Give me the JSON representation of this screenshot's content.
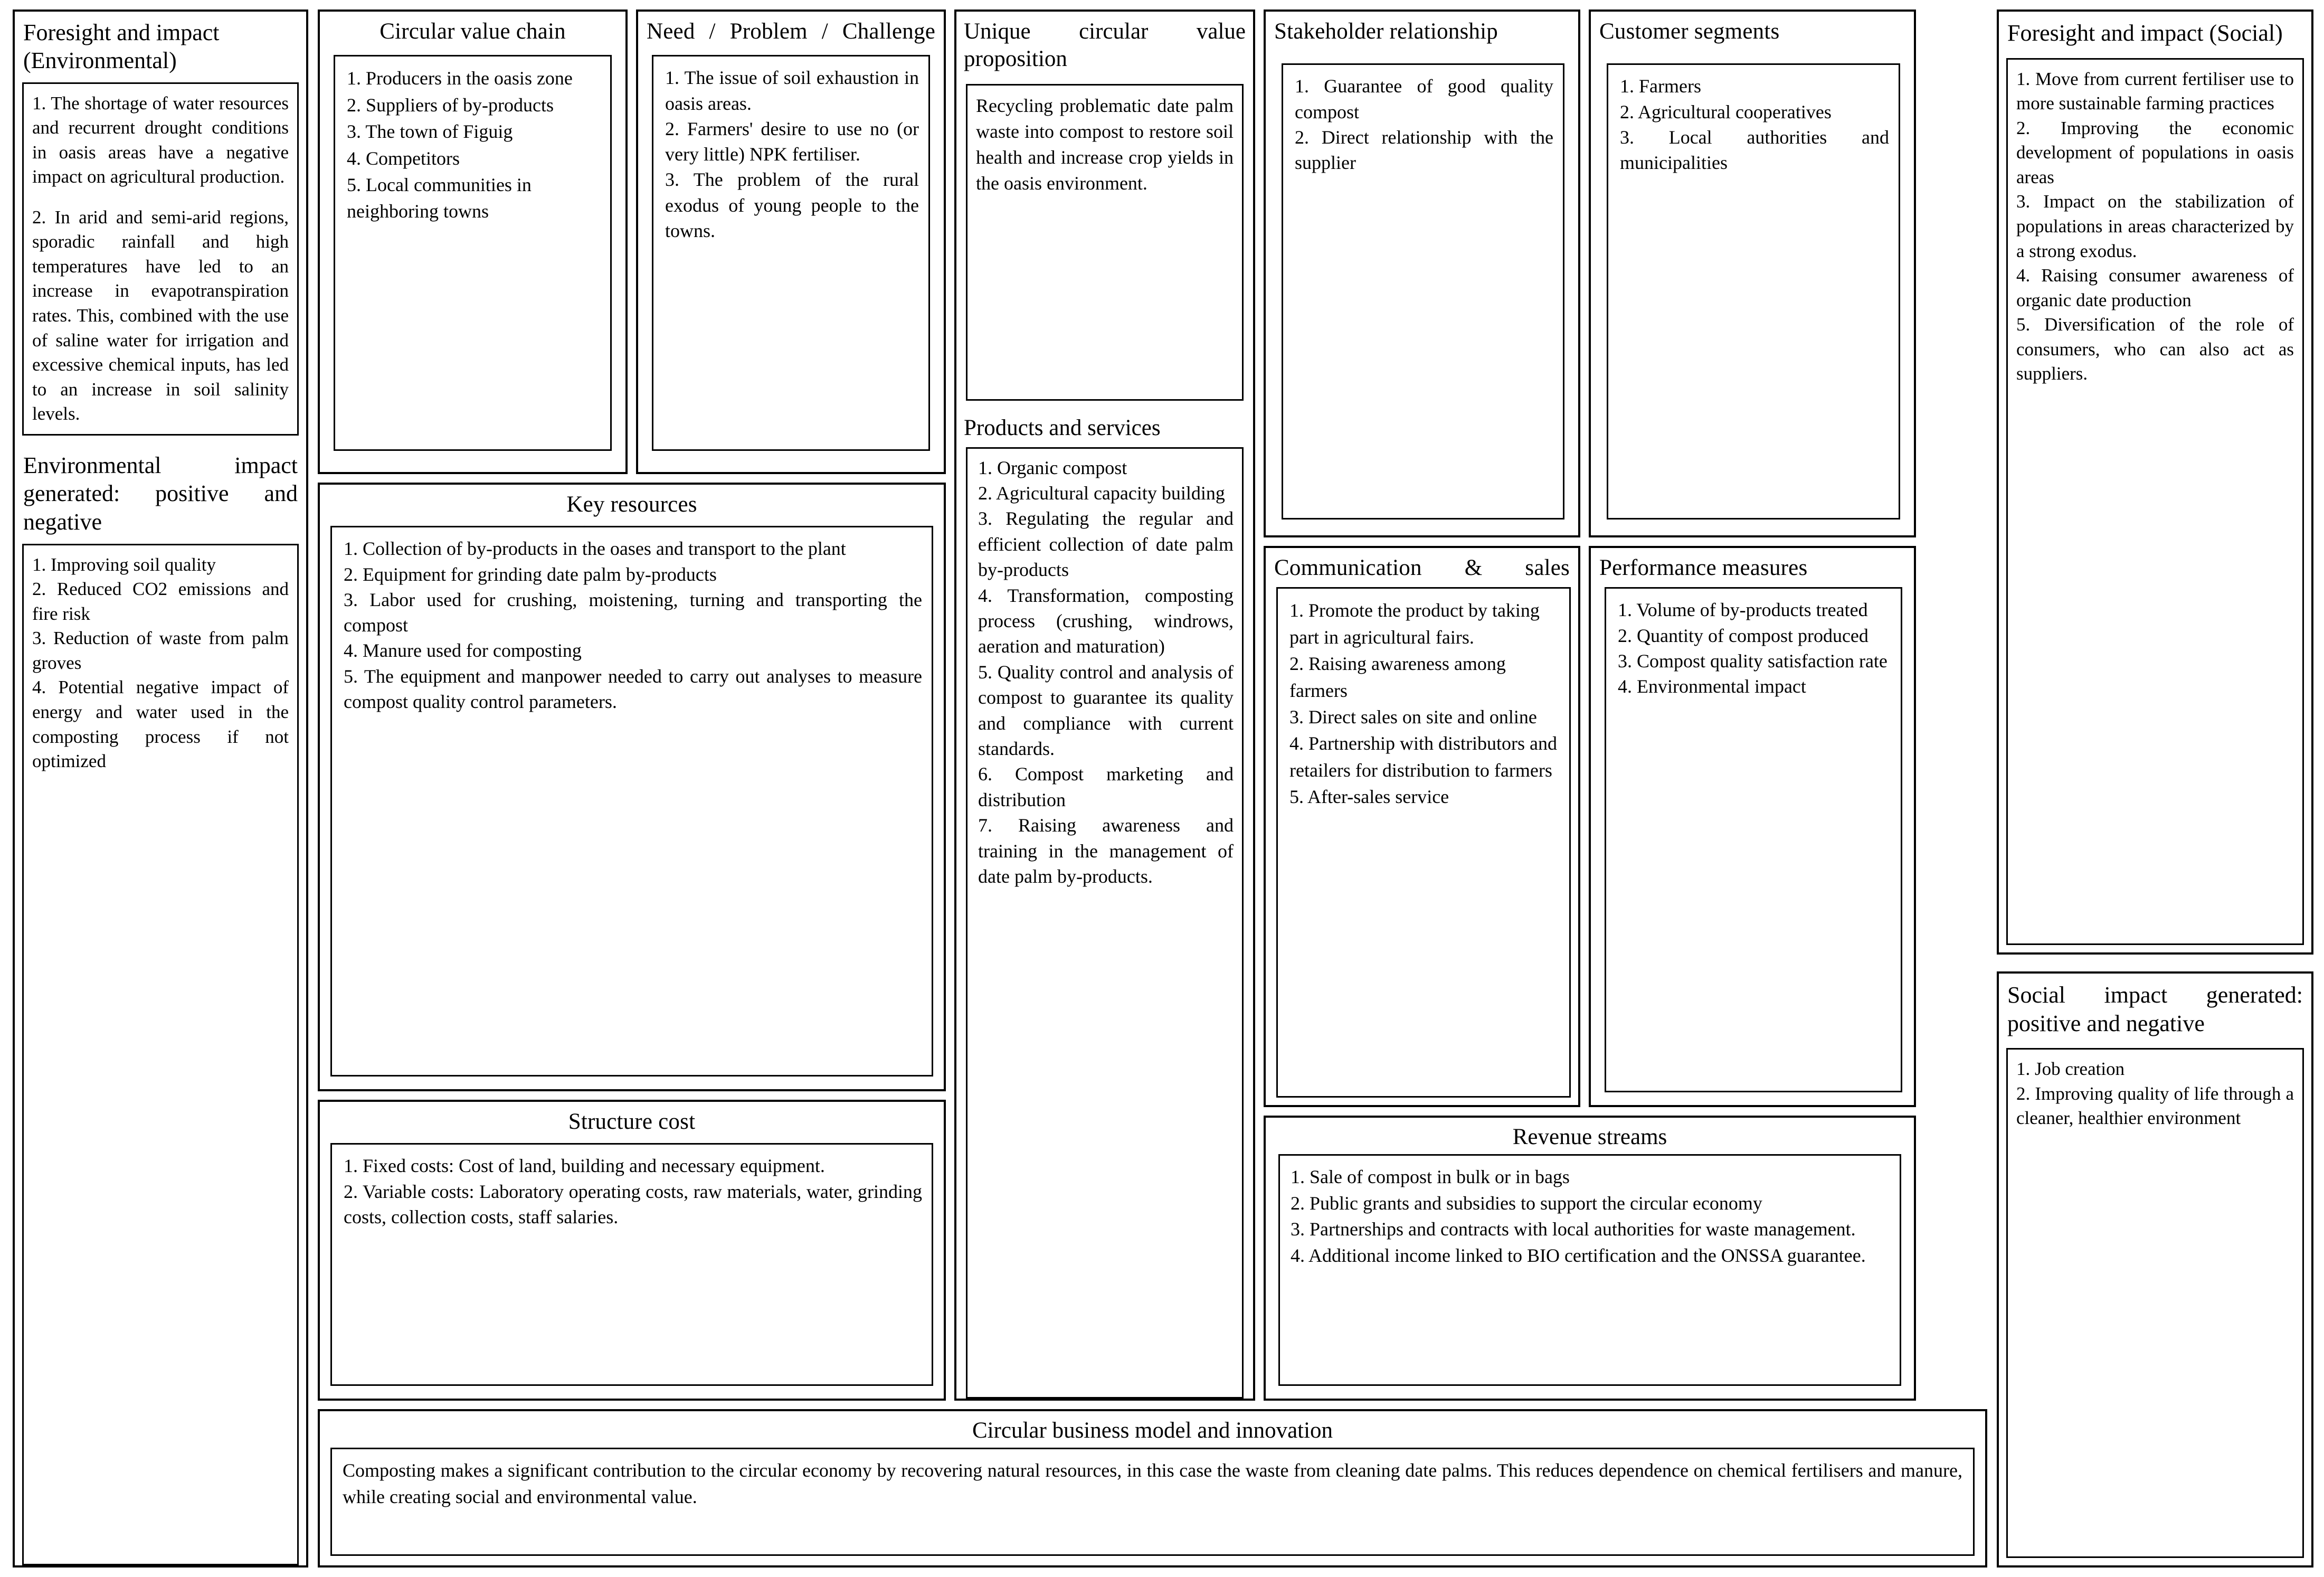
{
  "environmental": {
    "title": "Foresight and impact (Environmental)",
    "items": [
      "1. The shortage of water resources and recurrent drought conditions in oasis areas have a negative impact on agricultural production.",
      "2. In arid and semi-arid regions, sporadic rainfall and high temperatures have led to an increase in evapotranspiration rates. This, combined with the use of saline water for irrigation and excessive chemical inputs, has led to an increase in soil salinity levels."
    ],
    "impact_title": "Environmental impact generated: positive and negative",
    "impact_items": "1. Improving soil quality\n2. Reduced CO2 emissions and fire risk\n3. Reduction of waste from palm groves\n4. Potential negative impact of energy and water used in the composting process if not optimized"
  },
  "value_chain": {
    "title": "Circular value chain",
    "items": "1. Producers in the oasis zone\n2. Suppliers of by-products\n3. The town of Figuig\n4. Competitors\n5. Local communities in neighboring towns"
  },
  "need": {
    "title": "Need / Problem / Challenge",
    "items": "1. The issue of soil exhaustion in oasis areas.\n2. Farmers' desire to use no (or very little) NPK fertiliser.\n3. The problem of the rural exodus of young people to the towns."
  },
  "key_resources": {
    "title": "Key resources",
    "items": "1. Collection of by-products in the oases and transport to the plant\n2. Equipment for grinding date palm by-products\n3. Labor used for crushing, moistening, turning and transporting the compost\n4. Manure used for composting\n5. The equipment and manpower needed to carry out analyses to measure compost quality control parameters."
  },
  "structure_cost": {
    "title": "Structure cost",
    "items": "1. Fixed costs: Cost of land, building and necessary equipment.\n2. Variable costs: Laboratory operating costs, raw materials, water, grinding costs, collection costs, staff salaries."
  },
  "value_proposition": {
    "title": "Unique circular value proposition",
    "text": "Recycling problematic date palm waste into compost to restore soil health and increase crop yields in the oasis environment."
  },
  "products": {
    "title": "Products and services",
    "items": "1. Organic compost\n2. Agricultural capacity building\n3. Regulating the regular and efficient collection of date palm by-products\n4. Transformation, composting process (crushing, windrows, aeration and maturation)\n5. Quality control and analysis of compost to guarantee its quality and compliance with current standards.\n6. Compost marketing and distribution\n7. Raising awareness and training in the management of date palm by-products."
  },
  "stakeholder": {
    "title": "Stakeholder relationship",
    "items": "1. Guarantee of good quality compost\n2. Direct relationship with the supplier"
  },
  "communication": {
    "title": "Communication & sales",
    "items": "1. Promote the product by taking part in agricultural fairs.\n2. Raising awareness among farmers\n3. Direct sales on site and online\n4. Partnership with distributors and retailers for distribution to farmers\n5. After-sales service"
  },
  "customer_segments": {
    "title": "Customer segments",
    "items": "1. Farmers\n2. Agricultural cooperatives\n3. Local authorities and municipalities"
  },
  "performance": {
    "title": "Performance measures",
    "items": "1. Volume of by-products treated\n2. Quantity of compost produced\n3. Compost quality satisfaction rate\n4. Environmental impact"
  },
  "revenue": {
    "title": "Revenue streams",
    "items": "1. Sale of compost in bulk or in bags\n2. Public grants and subsidies to support the circular economy\n3. Partnerships and contracts with local authorities for waste management.\n4. Additional income linked to BIO certification and the ONSSA guarantee."
  },
  "social": {
    "title": "Foresight and impact (Social)",
    "items": "1. Move from current fertiliser use to more sustainable farming practices\n2. Improving the economic development of populations in oasis areas\n3. Impact on the stabilization of populations in areas characterized by a strong exodus.\n4. Raising consumer awareness of organic date production\n5. Diversification of the role of consumers, who can also act as suppliers.",
    "impact_title": "Social impact generated: positive and negative",
    "impact_items": "1. Job creation\n2. Improving quality of life through a cleaner, healthier environment"
  },
  "innovation": {
    "title": "Circular business model and innovation",
    "text": "Composting makes a significant contribution to the circular economy by recovering natural resources, in this case the waste from cleaning date palms. This reduces dependence on chemical fertilisers and manure, while creating social and environmental value."
  }
}
